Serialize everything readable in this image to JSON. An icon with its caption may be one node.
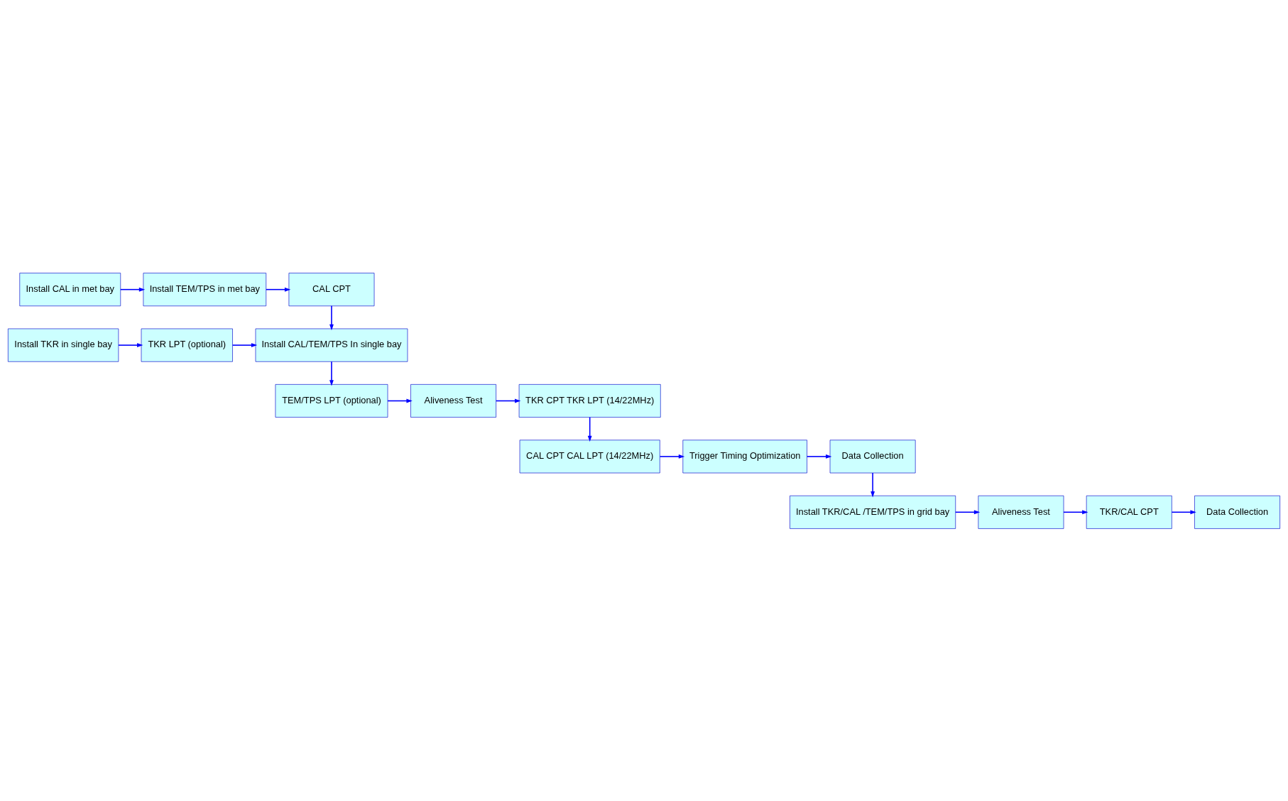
{
  "diagram": {
    "nodes": [
      {
        "text": [
          "Install CAL in met bay"
        ]
      },
      {
        "text": [
          "Install TEM/TPS in met bay"
        ]
      },
      {
        "text": [
          "CAL CPT"
        ]
      },
      {
        "text": [
          "Install TKR in single bay"
        ]
      },
      {
        "text": [
          "TKR LPT (optional)"
        ]
      },
      {
        "text": [
          "Install CAL/TEM/TPS In single bay"
        ]
      },
      {
        "text": [
          "TEM/TPS LPT (optional)"
        ]
      },
      {
        "text": [
          "Aliveness Test"
        ]
      },
      {
        "text": [
          "TKR CPT TKR LPT (14/22MHz)"
        ]
      },
      {
        "text": [
          "CAL CPT CAL LPT (14/22MHz)"
        ]
      },
      {
        "text": [
          "Trigger Timing Optimization"
        ]
      },
      {
        "text": [
          "Data Collection"
        ]
      },
      {
        "text": [
          "Install TKR/CAL /TEM/TPS in grid bay"
        ]
      },
      {
        "text": [
          "Aliveness Test"
        ]
      },
      {
        "text": [
          "TKR/CAL CPT"
        ]
      },
      {
        "text": [
          "Data Collection"
        ]
      }
    ],
    "edges": [
      {
        "from": 0,
        "to": 1,
        "arrow": "to"
      },
      {
        "from": 1,
        "to": 2,
        "arrow": "to"
      },
      {
        "from": 2,
        "to": 5,
        "arrow": "to"
      },
      {
        "from": 3,
        "to": 4,
        "arrow": "to"
      },
      {
        "from": 4,
        "to": 5,
        "arrow": "to"
      },
      {
        "from": 5,
        "to": 6,
        "arrow": "to"
      },
      {
        "from": 6,
        "to": 7,
        "arrow": "to"
      },
      {
        "from": 7,
        "to": 8,
        "arrow": "to"
      },
      {
        "from": 8,
        "to": 9,
        "arrow": "to"
      },
      {
        "from": 9,
        "to": 10,
        "arrow": "to"
      },
      {
        "from": 10,
        "to": 11,
        "arrow": "to"
      },
      {
        "from": 11,
        "to": 12,
        "arrow": "to"
      },
      {
        "from": 12,
        "to": 13,
        "arrow": "to"
      },
      {
        "from": 13,
        "to": 14,
        "arrow": "to"
      },
      {
        "from": 14,
        "to": 15,
        "arrow": "to"
      }
    ]
  }
}
